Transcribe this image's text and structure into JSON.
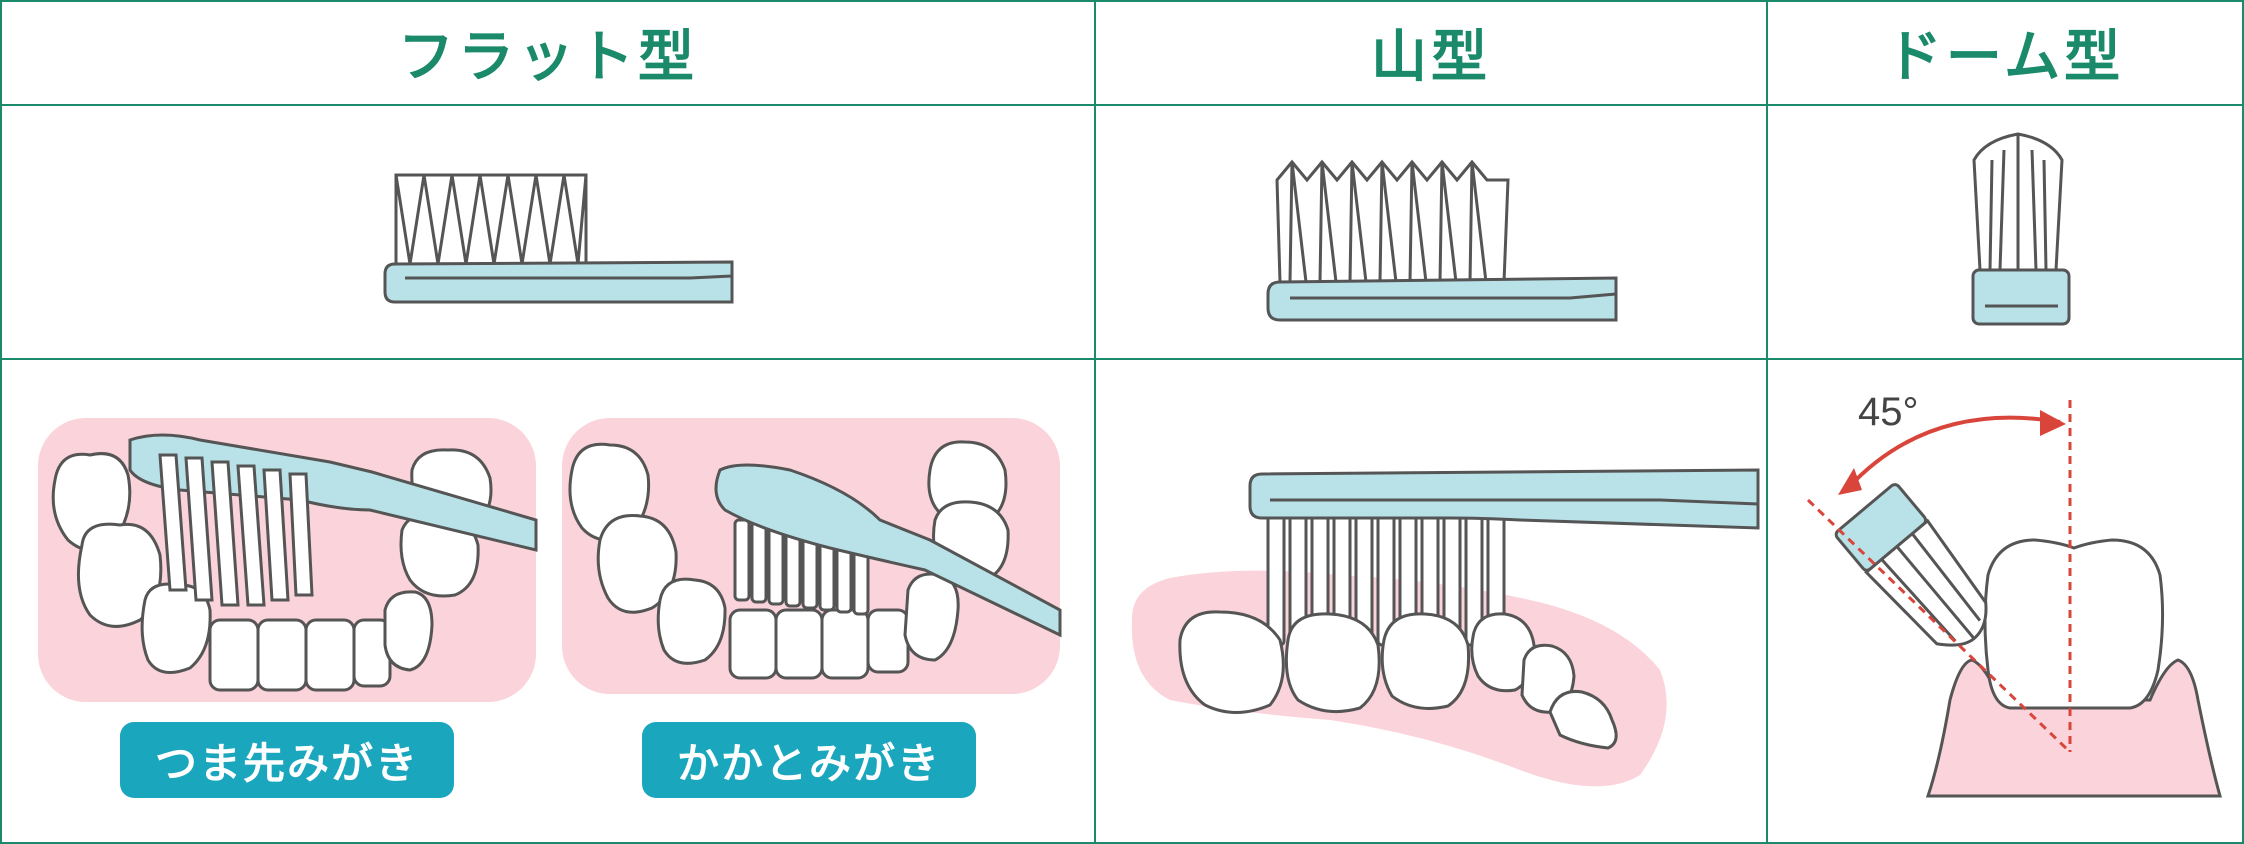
{
  "columns": [
    {
      "header": "フラット型"
    },
    {
      "header": "山型"
    },
    {
      "header": "ドーム型"
    }
  ],
  "flat_techniques": [
    {
      "label": "つま先みがき"
    },
    {
      "label": "かかとみがき"
    }
  ],
  "angle_label": "45°",
  "colors": {
    "border": "#1a8a6a",
    "header_text": "#1a8a6a",
    "brush_body": "#b9e2e8",
    "gum_pink": "#fbd3da",
    "pill_bg": "#1aa6bd",
    "angle_red": "#d9453b"
  }
}
